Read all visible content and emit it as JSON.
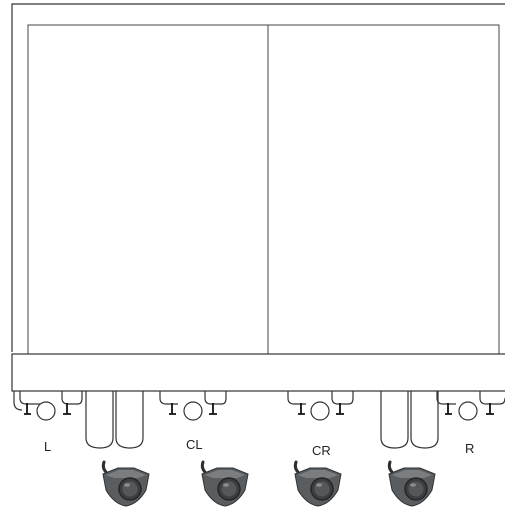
{
  "diagram": {
    "type": "parking-sensor-mounting-diagram",
    "sensor_labels": {
      "left": "L",
      "center_left": "CL",
      "center_right": "CR",
      "right": "R"
    },
    "sensor_heads_count": 4,
    "colors": {
      "line": "#333333",
      "sensor_body": "#5a5d60",
      "sensor_face": "#3c3f42",
      "background": "#ffffff"
    }
  }
}
